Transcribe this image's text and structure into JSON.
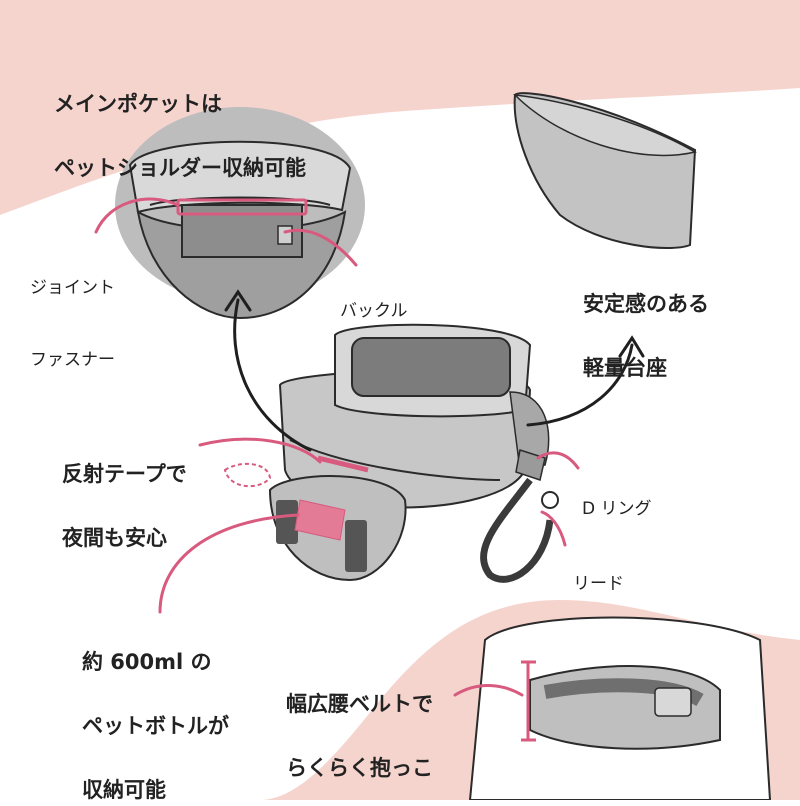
{
  "callouts": {
    "main_pocket": {
      "line1": "メインポケットは",
      "line2": "ペットショルダー収納可能"
    },
    "joint_fastener": {
      "line1": "ジョイント",
      "line2": "ファスナー"
    },
    "buckle": "バックル",
    "seat": {
      "line1": "安定感のある",
      "line2": "軽量台座"
    },
    "reflective": {
      "line1": "反射テープで",
      "line2": "夜間も安心"
    },
    "d_ring": "D リング",
    "leash": "リード",
    "bottle": {
      "line1": "約 600ml の",
      "line2": "ペットボトルが",
      "line3": "収納可能"
    },
    "belt": {
      "line1": "幅広腰ベルトで",
      "line2": "らくらく抱っこ"
    }
  },
  "colors": {
    "background_pink": "#f6d4ce",
    "background_white": "#ffffff",
    "accent_pink": "#d85a7f",
    "bag_gray": "#b9b9b9",
    "outline": "#2b2b2b"
  }
}
